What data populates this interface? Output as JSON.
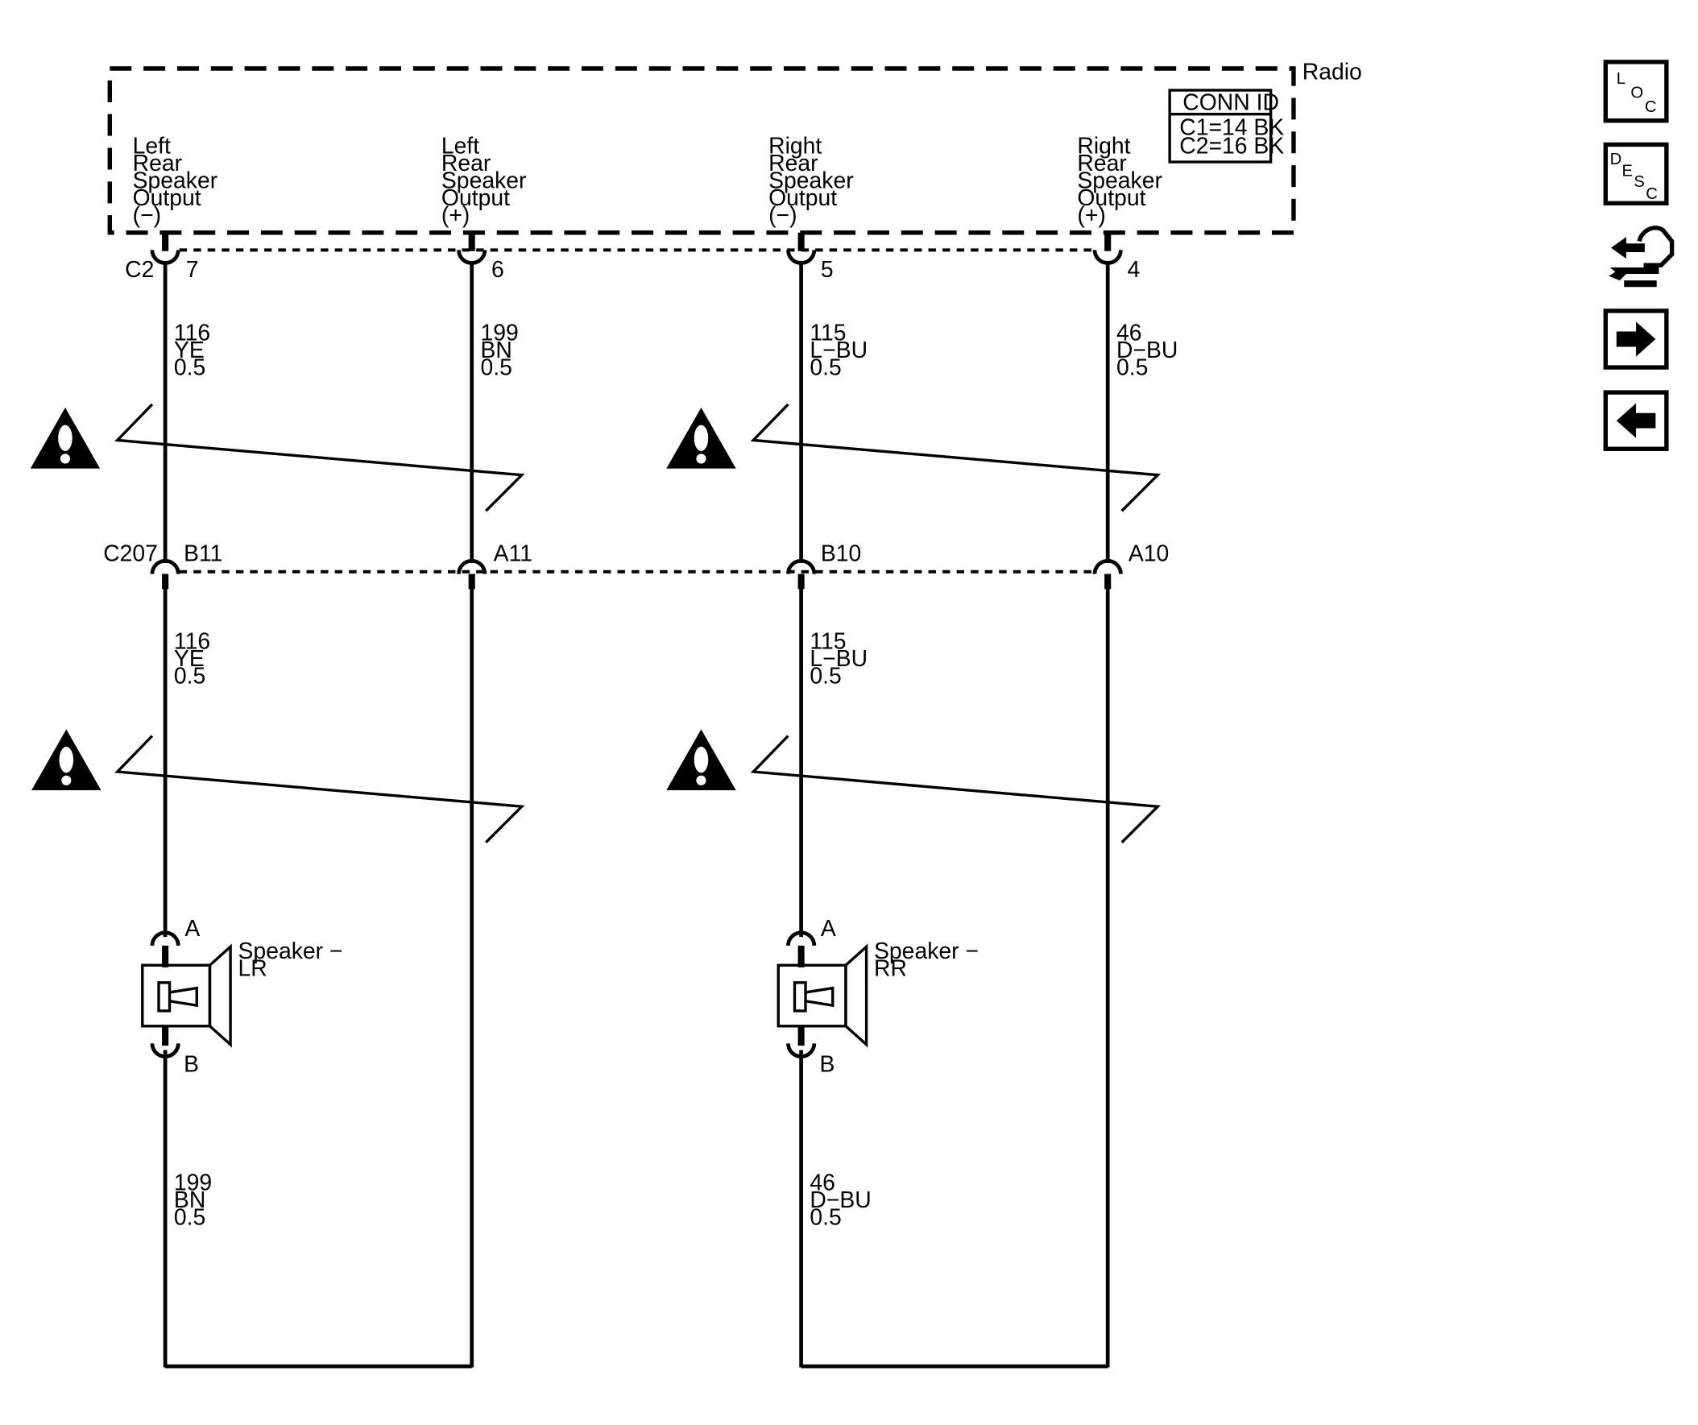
{
  "radio": {
    "name": "Radio",
    "conn_id_title": "CONN ID",
    "conn_c1": "C1=14 BK",
    "conn_c2": "C2=16 BK",
    "pins": [
      {
        "line1": "Left",
        "line2": "Rear",
        "line3": "Speaker",
        "line4": "Output",
        "line5": "(−)"
      },
      {
        "line1": "Left",
        "line2": "Rear",
        "line3": "Speaker",
        "line4": "Output",
        "line5": "(+)"
      },
      {
        "line1": "Right",
        "line2": "Rear",
        "line3": "Speaker",
        "line4": "Output",
        "line5": "(−)"
      },
      {
        "line1": "Right",
        "line2": "Rear",
        "line3": "Speaker",
        "line4": "Output",
        "line5": "(+)"
      }
    ]
  },
  "connector_c2": {
    "name": "C2",
    "pins": [
      "7",
      "6",
      "5",
      "4"
    ]
  },
  "upper_wires": [
    {
      "circuit": "116",
      "color": "YE",
      "size": "0.5"
    },
    {
      "circuit": "199",
      "color": "BN",
      "size": "0.5"
    },
    {
      "circuit": "115",
      "color": "L−BU",
      "size": "0.5"
    },
    {
      "circuit": "46",
      "color": "D−BU",
      "size": "0.5"
    }
  ],
  "connector_c207": {
    "name": "C207",
    "pins": [
      "B11",
      "A11",
      "B10",
      "A10"
    ]
  },
  "lower_wires": [
    {
      "circuit": "116",
      "color": "YE",
      "size": "0.5"
    },
    {
      "circuit": "115",
      "color": "L−BU",
      "size": "0.5"
    }
  ],
  "speakers": [
    {
      "name_line1": "Speaker −",
      "name_line2": "LR",
      "pin_a": "A",
      "pin_b": "B",
      "return_circuit": "199",
      "return_color": "BN",
      "return_size": "0.5"
    },
    {
      "name_line1": "Speaker −",
      "name_line2": "RR",
      "pin_a": "A",
      "pin_b": "B",
      "return_circuit": "46",
      "return_color": "D−BU",
      "return_size": "0.5"
    }
  ],
  "nav": {
    "loc_letters": [
      "L",
      "O",
      "C"
    ],
    "desc_letters": [
      "D",
      "E",
      "S",
      "C"
    ],
    "icons": [
      "loc-icon",
      "desc-icon",
      "harness-routing-icon",
      "next-arrow-icon",
      "previous-arrow-icon"
    ]
  }
}
